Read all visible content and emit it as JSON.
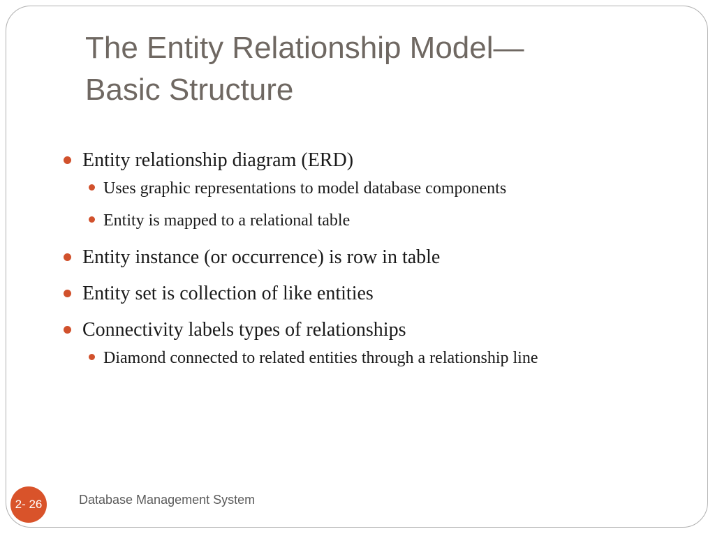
{
  "slide": {
    "title_line1": "The Entity Relationship Model—",
    "title_line2": "Basic Structure",
    "bullets": [
      {
        "text": "Entity relationship diagram (ERD)",
        "sub": [
          "Uses graphic representations to model database components",
          "Entity is mapped to a relational table"
        ]
      },
      {
        "text": "Entity instance (or occurrence) is row in table",
        "sub": []
      },
      {
        "text": "Entity set is collection of like entities",
        "sub": []
      },
      {
        "text": "Connectivity labels types of relationships",
        "sub": [
          "Diamond connected to related entities through a relationship line"
        ]
      }
    ],
    "page_number": "2- 26",
    "footer": "Database Management System"
  },
  "colors": {
    "accent": "#d9532a",
    "title": "#6f6862",
    "body_text": "#1a1a1a"
  }
}
